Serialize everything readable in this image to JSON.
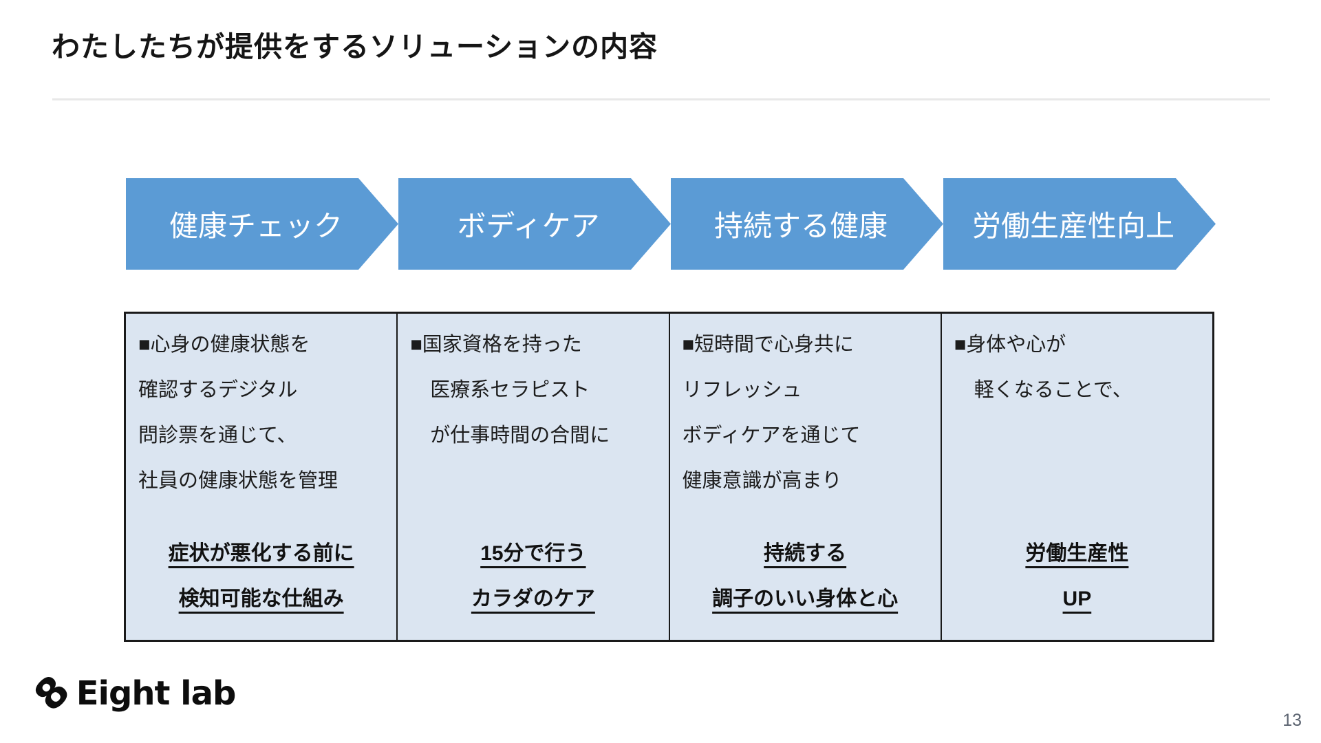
{
  "slide": {
    "title": "わたしたちが提供をするソリューションの内容",
    "page_number": "13"
  },
  "arrows": [
    {
      "label": "健康チェック"
    },
    {
      "label": "ボディケア"
    },
    {
      "label": "持続する健康"
    },
    {
      "label": "労働生産性向上"
    }
  ],
  "table": {
    "columns": [
      {
        "description": [
          "■心身の健康状態を",
          "確認するデジタル",
          "問診票を通じて、",
          "社員の健康状態を管理"
        ],
        "highlight": [
          "症状が悪化する前に",
          "検知可能な仕組み"
        ]
      },
      {
        "description": [
          "■国家資格を持った",
          "　医療系セラピスト",
          "　が仕事時間の合間に"
        ],
        "highlight": [
          "15分で行う",
          "カラダのケア"
        ]
      },
      {
        "description": [
          "■短時間で心身共に",
          "リフレッシュ",
          "ボディケアを通じて",
          "健康意識が高まり"
        ],
        "highlight": [
          "持続する",
          "調子のいい身体と心"
        ]
      },
      {
        "description": [
          "■身体や心が",
          "　軽くなることで、"
        ],
        "highlight": [
          "労働生産性",
          "UP"
        ]
      }
    ]
  },
  "logo": {
    "icon_glyph": "8",
    "text": "Eight lab"
  },
  "colors": {
    "arrow_blue": "#5b9bd5",
    "cell_fill": "#dbe5f1",
    "table_border": "#1a1a1a",
    "divider_gray": "#e8e8e8"
  }
}
